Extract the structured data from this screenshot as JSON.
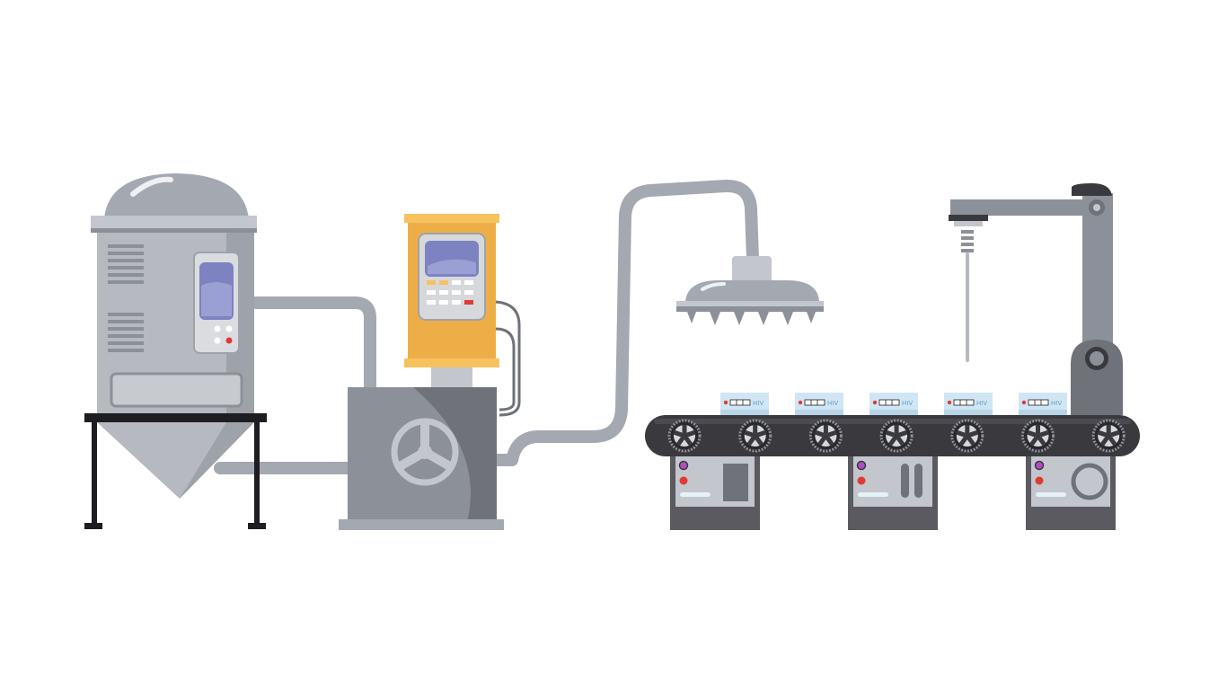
{
  "scene": {
    "colors": {
      "background": "#ffffff",
      "metal_light": "#c3c6cc",
      "metal_mid": "#a4a8b0",
      "metal_dark": "#6f7278",
      "panel_orange": "#eeae47",
      "panel_orange_trim": "#f7c25e",
      "screen": "#7c83c0",
      "belt": "#3a3a3e",
      "stand": "#1e1e22",
      "package": "#d0e6f4",
      "indicator_red": "#e03a34",
      "indicator_purple": "#b04cc8"
    },
    "package_label": "HIV",
    "package_count": 5,
    "roller_count": 7,
    "icons": {
      "tank": "storage-tank-icon",
      "controller": "control-panel-icon",
      "mixer": "mixer-machine-icon",
      "valve": "valve-wheel-icon",
      "dispenser": "dispenser-head-icon",
      "robot_arm": "robot-arm-icon",
      "conveyor": "conveyor-belt-icon",
      "package": "test-kit-package-icon"
    }
  }
}
